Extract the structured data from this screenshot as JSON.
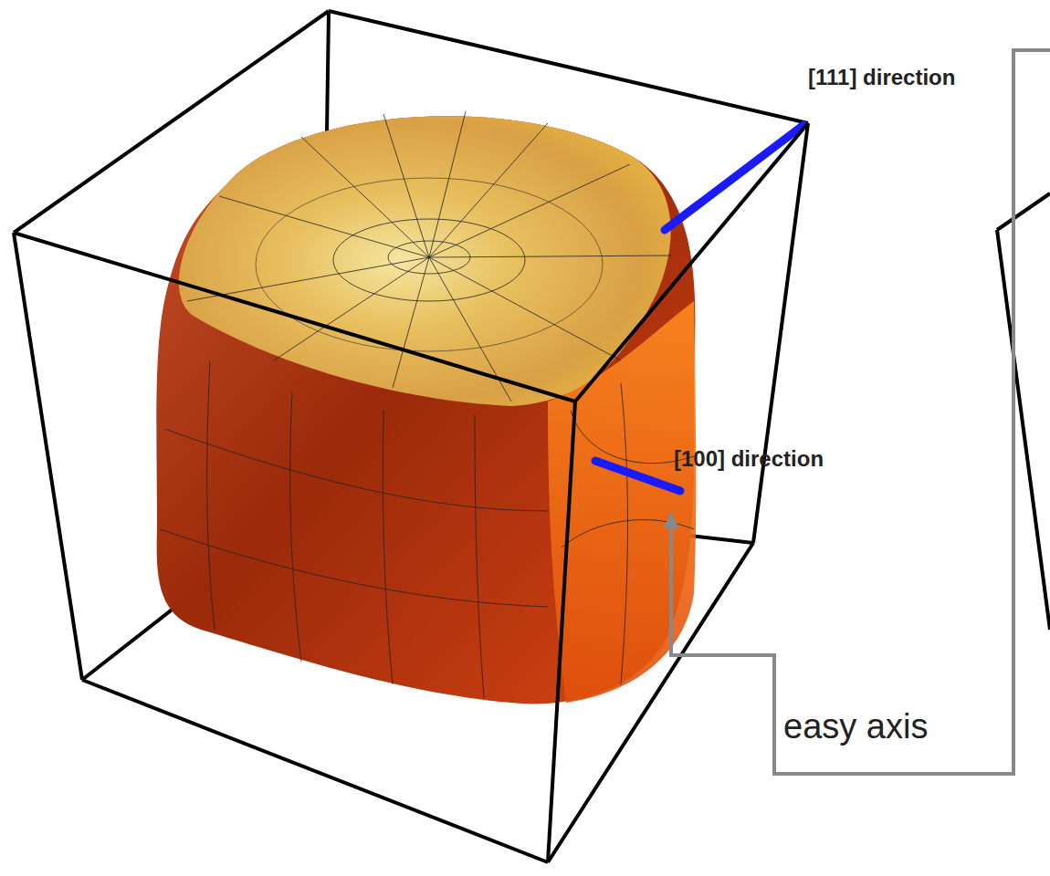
{
  "diagram": {
    "labels": [
      "[111] direction",
      "[100] direction",
      "easy axis"
    ]
  }
}
